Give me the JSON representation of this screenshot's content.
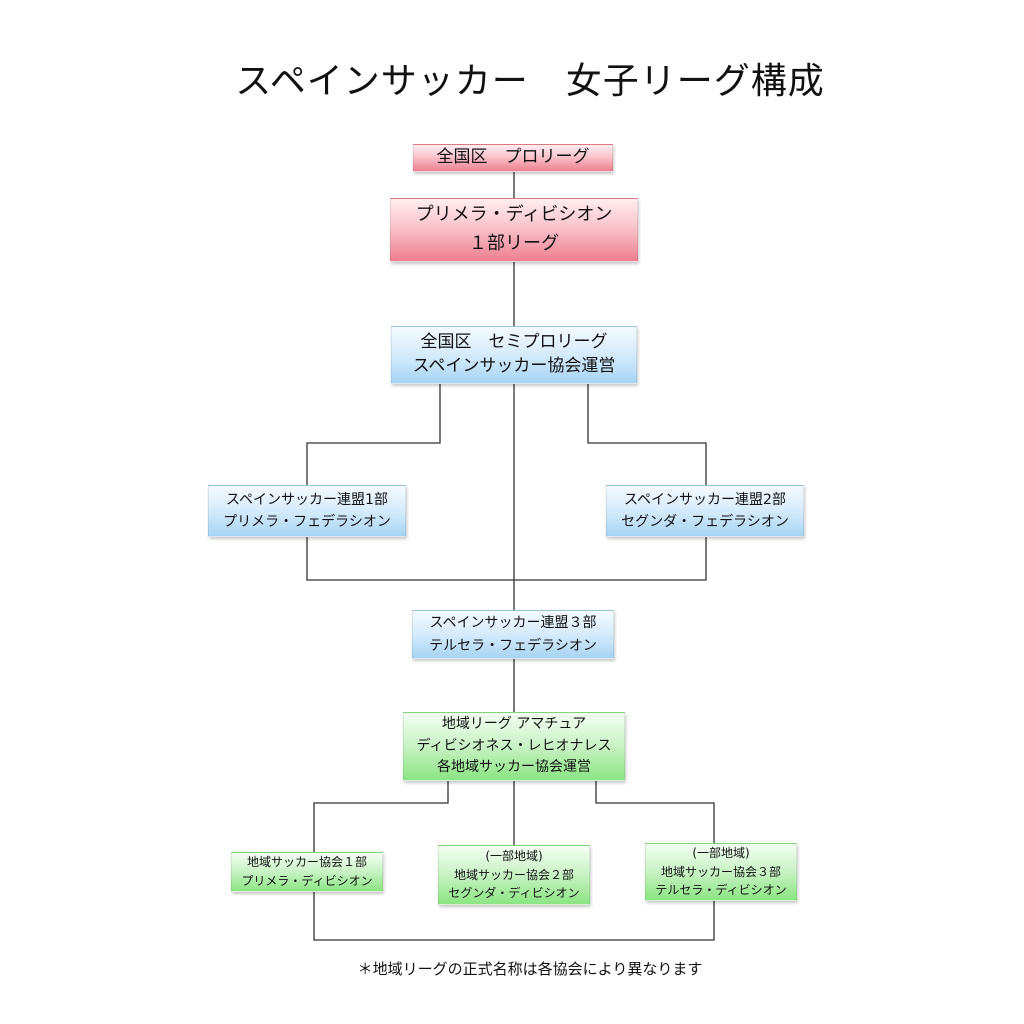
{
  "title": "スペインサッカー　女子リーグ構成",
  "boxes": {
    "pro_national": {
      "lines": [
        "全国区　プロリーグ"
      ]
    },
    "primera_division": {
      "lines": [
        "プリメラ・ディビシオン",
        "１部リーグ"
      ]
    },
    "semipro_national": {
      "lines": [
        "全国区　セミプロリーグ",
        "スペインサッカー協会運営"
      ]
    },
    "federation_1": {
      "lines": [
        "スペインサッカー連盟1部",
        "プリメラ・フェデラシオン"
      ]
    },
    "federation_2": {
      "lines": [
        "スペインサッカー連盟2部",
        "セグンダ・フェデラシオン"
      ]
    },
    "federation_3": {
      "lines": [
        "スペインサッカー連盟３部",
        "テルセラ・フェデラシオン"
      ]
    },
    "regional_amateur": {
      "lines": [
        "地域リーグ アマチュア",
        "ディビシオネス・レヒオナレス",
        "各地域サッカー協会運営"
      ]
    },
    "regional_1": {
      "lines": [
        "地域サッカー協会１部",
        "プリメラ・ディビシオン"
      ]
    },
    "regional_2": {
      "lines": [
        "(一部地域)",
        "地域サッカー協会２部",
        "セグンダ・ディビシオン"
      ]
    },
    "regional_3": {
      "lines": [
        "(一部地域)",
        "地域サッカー協会３部",
        "テルセラ・ディビシオン"
      ]
    }
  },
  "footnote": "＊地域リーグの正式名称は各協会により異なります",
  "colors": {
    "pink_box": "#f5a3b0",
    "blue_box": "#c6e3f8",
    "green_box": "#b2eeab",
    "connector": "#333333"
  }
}
